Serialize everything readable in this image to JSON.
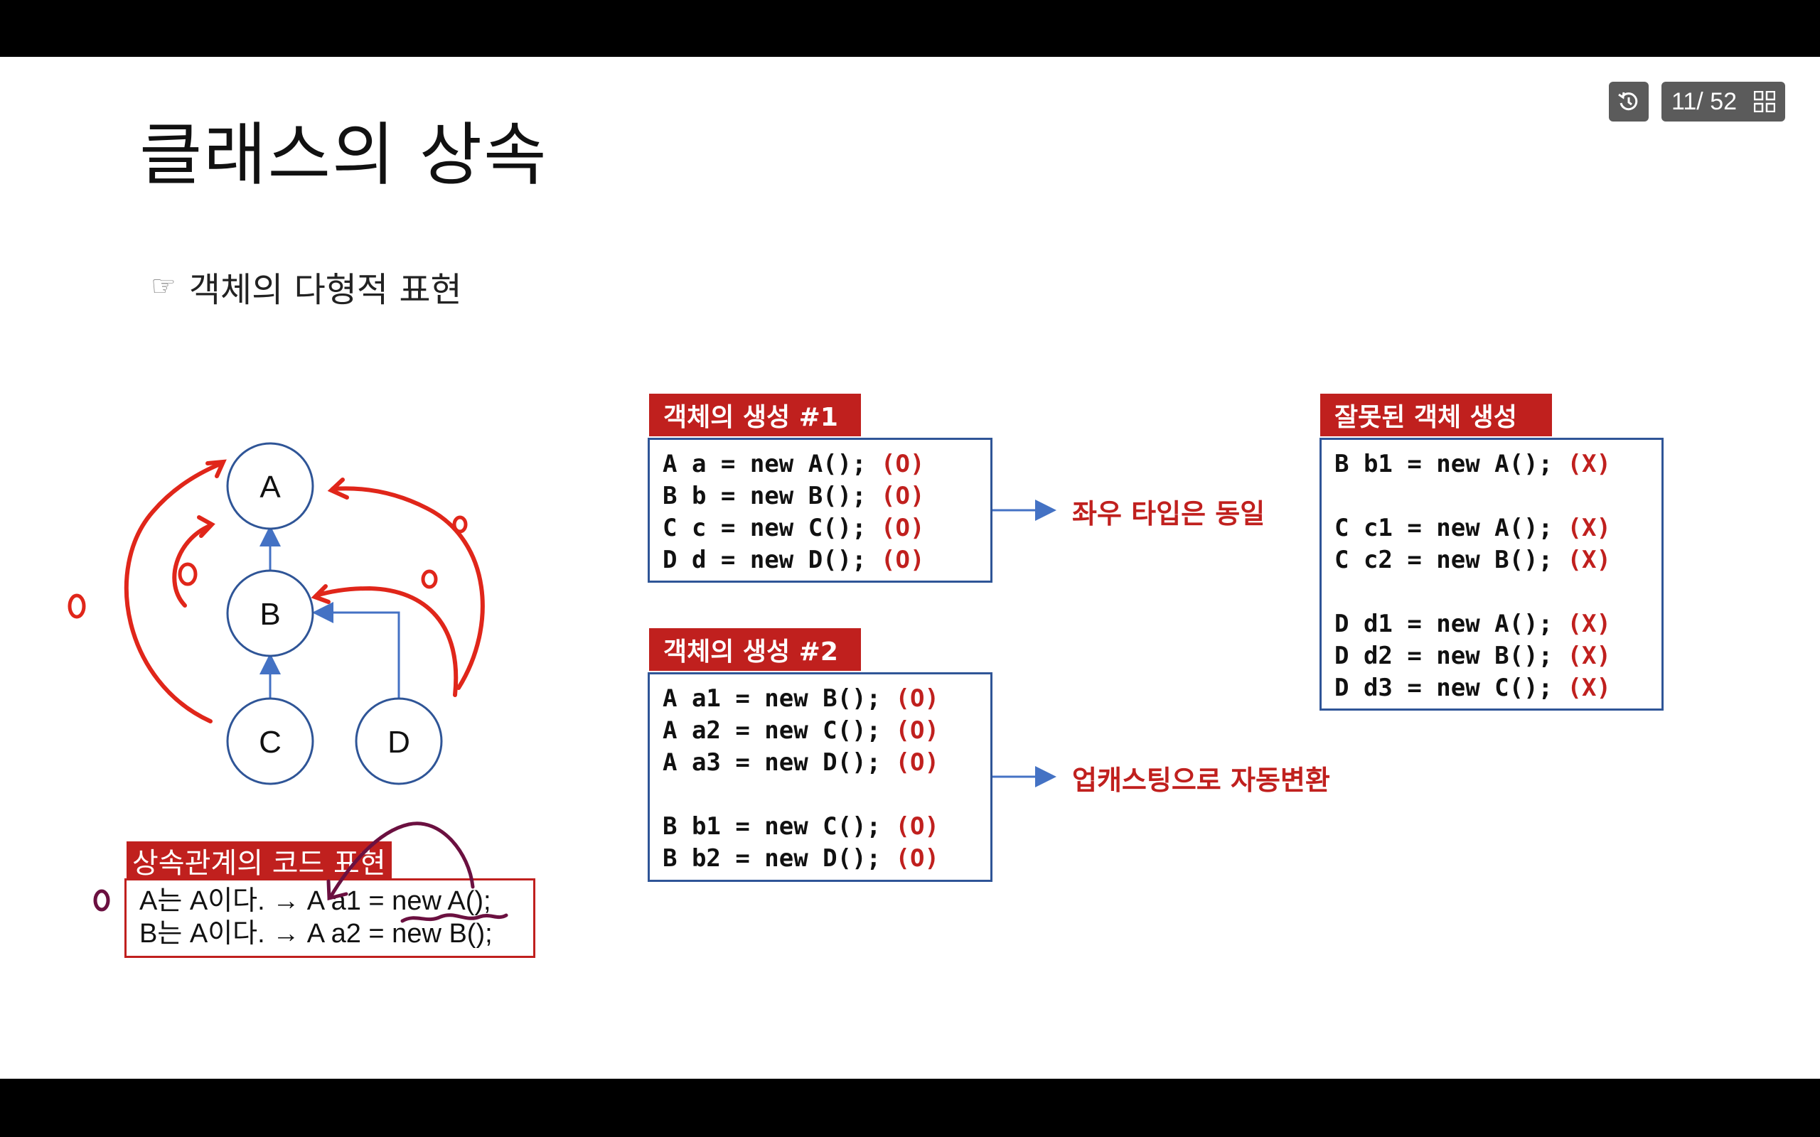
{
  "controls": {
    "reset_icon": "reset-icon",
    "page_indicator": "11/ 52",
    "grid_icon": "grid-view-icon"
  },
  "slide": {
    "title": "클래스의 상속",
    "subtitle_icon": "☞",
    "subtitle": "객체의 다형적 표현"
  },
  "diagram": {
    "nodes": [
      "A",
      "B",
      "C",
      "D"
    ],
    "annotation_mark": "o"
  },
  "creation1": {
    "header": "객체의 생성 #1",
    "lines": [
      {
        "code": "A a = new A(); ",
        "result": "(O)"
      },
      {
        "code": "B b = new B(); ",
        "result": "(O)"
      },
      {
        "code": "C c = new C(); ",
        "result": "(O)"
      },
      {
        "code": "D d = new D(); ",
        "result": "(O)"
      }
    ],
    "note": "좌우 타입은 동일"
  },
  "creation2": {
    "header": "객체의 생성 #2",
    "lines": [
      {
        "code": "A a1 = new B(); ",
        "result": "(O)"
      },
      {
        "code": "A a2 = new C(); ",
        "result": "(O)"
      },
      {
        "code": "A a3 = new D(); ",
        "result": "(O)"
      },
      {
        "code": "",
        "result": ""
      },
      {
        "code": "B b1 = new C(); ",
        "result": "(O)"
      },
      {
        "code": "B b2 = new D(); ",
        "result": "(O)"
      }
    ],
    "note": "업캐스팅으로 자동변환"
  },
  "wrong": {
    "header": "잘못된 객체 생성",
    "lines": [
      {
        "code": "B b1 = new A(); ",
        "result": "(X)"
      },
      {
        "code": "",
        "result": ""
      },
      {
        "code": "C c1 = new A(); ",
        "result": "(X)"
      },
      {
        "code": "C c2 = new B(); ",
        "result": "(X)"
      },
      {
        "code": "",
        "result": ""
      },
      {
        "code": "D d1 = new A(); ",
        "result": "(X)"
      },
      {
        "code": "D d2 = new B(); ",
        "result": "(X)"
      },
      {
        "code": "D d3 = new C(); ",
        "result": "(X)"
      }
    ]
  },
  "inheritance": {
    "header": "상속관계의 코드 표현",
    "line1": "A는 A이다. → A a1 = new A();",
    "line2": "B는 A이다. → A a2 = new B();"
  },
  "colors": {
    "accent_red": "#c0201e",
    "box_blue": "#2f5597",
    "ink_red": "#e0261a",
    "ink_purple": "#6b1040"
  }
}
